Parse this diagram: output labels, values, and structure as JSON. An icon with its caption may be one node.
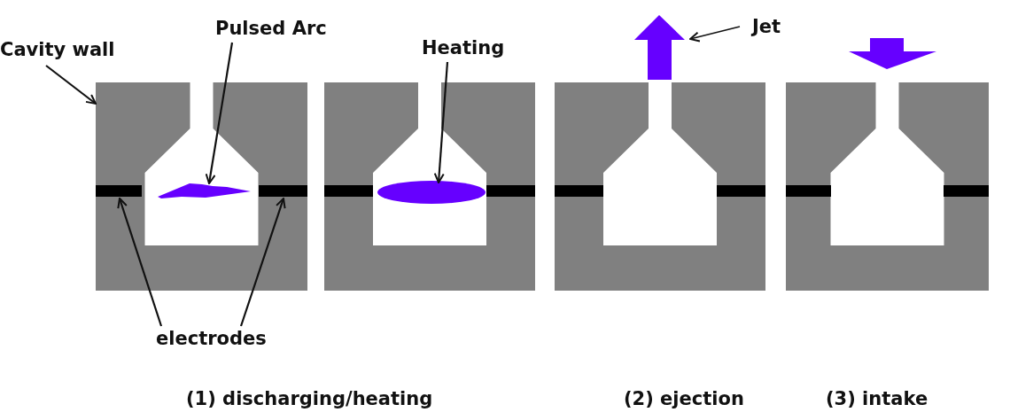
{
  "diagram": {
    "nodes": [
      {
        "text": [
          "Cavity wall"
        ]
      },
      {
        "text": [],
        "shape": "box"
      },
      {
        "text": [],
        "shape": "bar",
        "in": 1
      },
      {
        "text": [],
        "shape": "bar",
        "in": 1
      },
      {
        "text": [],
        "shape": "lightning",
        "in": 1
      },
      {
        "text": [
          "Pulsed Arc"
        ]
      },
      {
        "text": [],
        "shape": "box"
      },
      {
        "text": [],
        "shape": "bar",
        "in": 6
      },
      {
        "text": [],
        "shape": "bar",
        "in": 6
      },
      {
        "text": [],
        "shape": "ellipse",
        "in": 6
      },
      {
        "text": [
          "Heating"
        ]
      },
      {
        "text": [],
        "shape": "box"
      },
      {
        "text": [],
        "shape": "bar",
        "in": 11
      },
      {
        "text": [],
        "shape": "bar",
        "in": 11
      },
      {
        "text": [],
        "shape": "arrow"
      },
      {
        "text": [
          "Jet"
        ]
      },
      {
        "text": [],
        "shape": "box"
      },
      {
        "text": [],
        "shape": "arrow"
      },
      {
        "text": [],
        "shape": "bar",
        "in": 16
      },
      {
        "text": [],
        "shape": "bar",
        "in": 16
      },
      {
        "text": [
          "electrodes"
        ]
      }
    ],
    "edges": [
      {
        "from": 0,
        "to": 1,
        "arrow": "to"
      },
      {
        "from": 5,
        "to": 4,
        "arrow": "to"
      },
      {
        "from": 10,
        "to": 9,
        "arrow": "to"
      },
      {
        "from": 15,
        "to": 14,
        "arrow": "to"
      },
      {
        "from": 20,
        "to": 2,
        "arrow": "to"
      },
      {
        "from": 20,
        "to": 3,
        "arrow": "to"
      }
    ],
    "labels": [
      "(1) discharging/heating",
      "(2) ejection",
      "(3) intake"
    ]
  }
}
